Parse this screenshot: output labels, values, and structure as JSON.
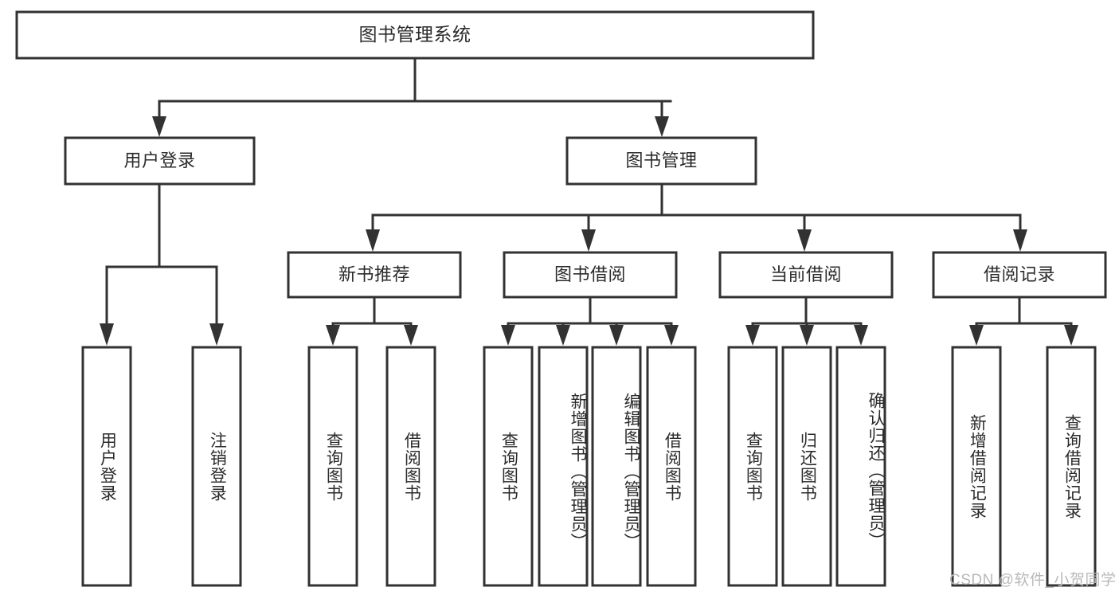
{
  "diagram": {
    "type": "tree-hierarchy",
    "orientation": "top-down",
    "title": "图书管理系统",
    "colors": {
      "background": "#ffffff",
      "box_fill": "#ffffff",
      "box_stroke": "#323232",
      "connector": "#323232",
      "text": "#2b2b2b",
      "watermark": "#b9b9b9"
    },
    "levels": {
      "root": "图书管理系统",
      "level1": [
        "用户登录",
        "图书管理"
      ],
      "level2": [
        "新书推荐",
        "图书借阅",
        "当前借阅",
        "借阅记录"
      ]
    },
    "nodes": {
      "root": {
        "label": "图书管理系统"
      },
      "user_login": {
        "label": "用户登录"
      },
      "book_manage": {
        "label": "图书管理"
      },
      "new_book_rec": {
        "label": "新书推荐"
      },
      "book_borrow": {
        "label": "图书借阅"
      },
      "current_borrow": {
        "label": "当前借阅"
      },
      "borrow_record": {
        "label": "借阅记录"
      }
    },
    "leaves": {
      "user_login": [
        {
          "label": "用户登录"
        },
        {
          "label": "注销登录"
        }
      ],
      "new_book_rec": [
        {
          "label": "查询图书"
        },
        {
          "label": "借阅图书"
        }
      ],
      "book_borrow": [
        {
          "label": "查询图书"
        },
        {
          "label": "新增图书（管理员）"
        },
        {
          "label": "编辑图书（管理员）"
        },
        {
          "label": "借阅图书"
        }
      ],
      "current_borrow": [
        {
          "label": "查询图书"
        },
        {
          "label": "归还图书"
        },
        {
          "label": "确认归还（管理员）"
        }
      ],
      "borrow_record": [
        {
          "label": "新增借阅记录"
        },
        {
          "label": "查询借阅记录"
        }
      ]
    },
    "edges": [
      {
        "from": "图书管理系统",
        "to": "用户登录"
      },
      {
        "from": "图书管理系统",
        "to": "图书管理"
      },
      {
        "from": "图书管理",
        "to": "新书推荐"
      },
      {
        "from": "图书管理",
        "to": "图书借阅"
      },
      {
        "from": "图书管理",
        "to": "当前借阅"
      },
      {
        "from": "图书管理",
        "to": "借阅记录"
      },
      {
        "from": "用户登录",
        "to": "用户登录"
      },
      {
        "from": "用户登录",
        "to": "注销登录"
      },
      {
        "from": "新书推荐",
        "to": "查询图书"
      },
      {
        "from": "新书推荐",
        "to": "借阅图书"
      },
      {
        "from": "图书借阅",
        "to": "查询图书"
      },
      {
        "from": "图书借阅",
        "to": "新增图书（管理员）"
      },
      {
        "from": "图书借阅",
        "to": "编辑图书（管理员）"
      },
      {
        "from": "图书借阅",
        "to": "借阅图书"
      },
      {
        "from": "当前借阅",
        "to": "查询图书"
      },
      {
        "from": "当前借阅",
        "to": "归还图书"
      },
      {
        "from": "当前借阅",
        "to": "确认归还（管理员）"
      },
      {
        "from": "借阅记录",
        "to": "新增借阅记录"
      },
      {
        "from": "借阅记录",
        "to": "查询借阅记录"
      }
    ]
  },
  "watermark": {
    "text": "CSDN @软件_小贺同学"
  }
}
